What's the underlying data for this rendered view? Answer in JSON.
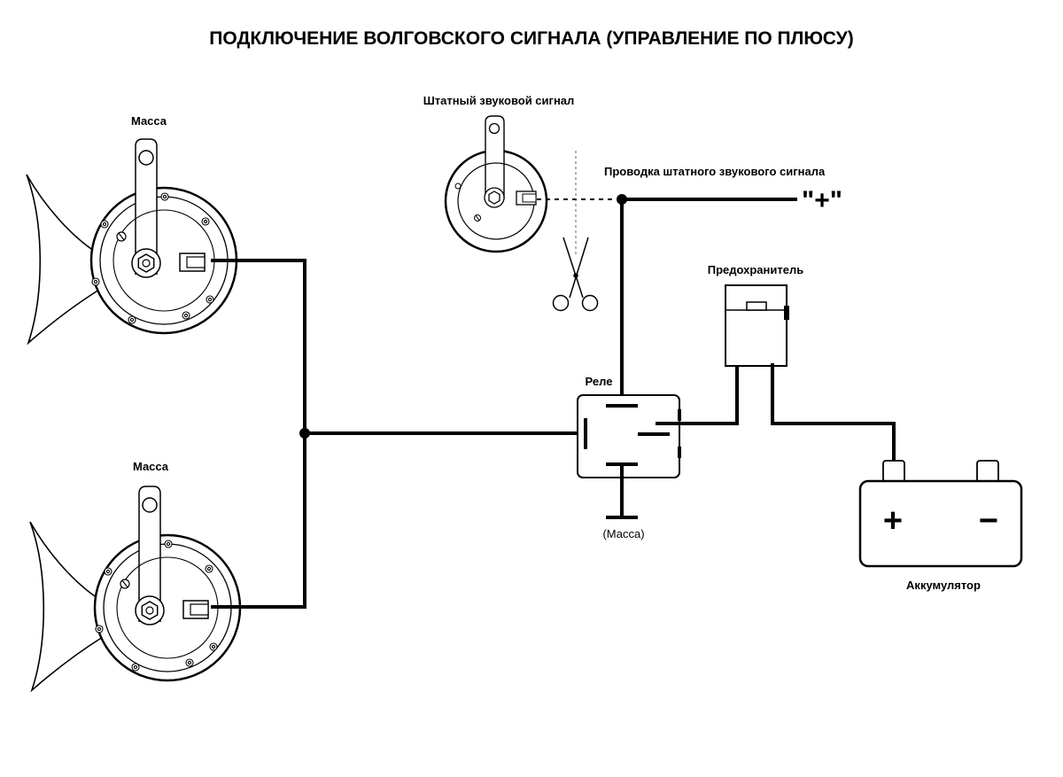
{
  "title": "ПОДКЛЮЧЕНИЕ ВОЛГОВСКОГО СИГНАЛА (УПРАВЛЕНИЕ ПО ПЛЮСУ)",
  "labels": {
    "ground_top": "Масса",
    "ground_bottom": "Масса",
    "stock_horn": "Штатный звуковой сигнал",
    "stock_wiring": "Проводка штатного звукового сигнала",
    "plus_mark": "\"+\"",
    "fuse": "Предохранитель",
    "relay": "Реле",
    "relay_ground": "(Масса)",
    "battery": "Аккумулятор",
    "battery_plus": "+",
    "battery_minus": "−"
  },
  "icons": [
    "volga-horn-icon",
    "stock-horn-icon",
    "scissors-icon",
    "relay-icon",
    "fuse-icon",
    "battery-icon"
  ],
  "colors": {
    "line": "#000000",
    "background": "#ffffff"
  }
}
